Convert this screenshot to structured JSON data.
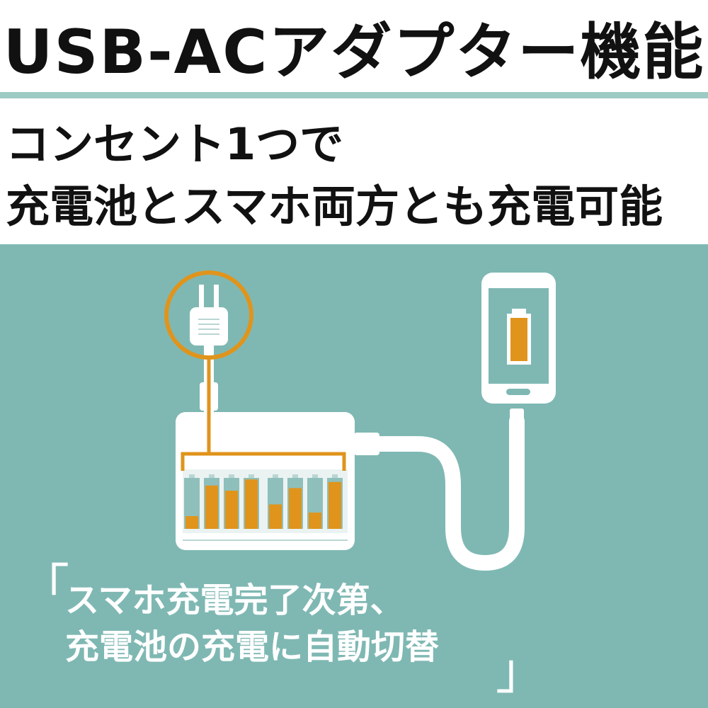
{
  "header": {
    "title": "USB-ACアダプター機能"
  },
  "subtitle": {
    "line1": "コンセント1つで",
    "line2": "充電池とスマホ両方とも充電可能"
  },
  "caption": {
    "open_bracket": "「",
    "line1": "スマホ充電完了次第、",
    "line2": "充電池の充電に自動切替",
    "close_bracket": "」"
  },
  "colors": {
    "accent": "#e0941c",
    "panel": "#7fb8b3",
    "rule": "#9ccbc4",
    "device": "#ffffff"
  },
  "icons": [
    "power-plug-icon",
    "charger-icon",
    "smartphone-icon",
    "battery-icon",
    "usb-cable-icon"
  ]
}
